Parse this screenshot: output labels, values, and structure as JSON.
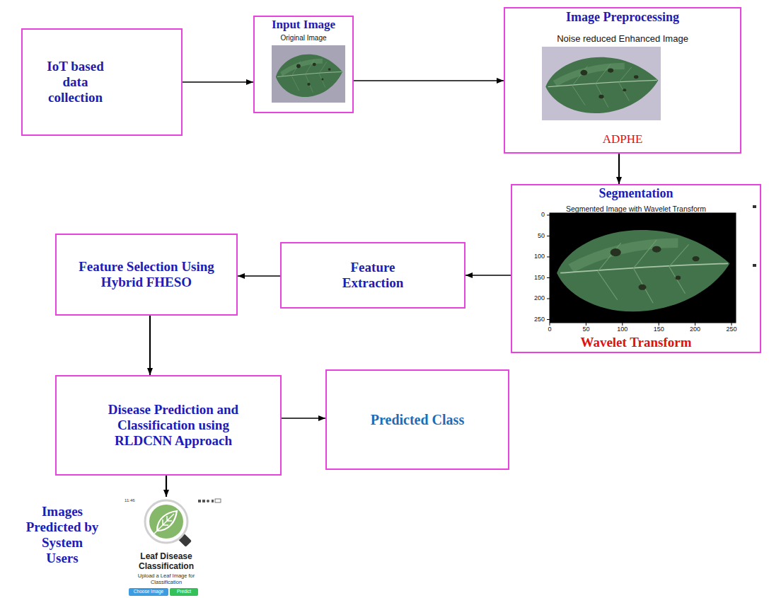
{
  "diagram": {
    "nodes": [
      {
        "text": [
          "IoT based data collection"
        ]
      },
      {
        "text": [
          "Input Image",
          "Original Image"
        ]
      },
      {
        "text": [
          "Image Preprocessing",
          "Noise reduced Enhanced Image",
          "ADPHE"
        ]
      },
      {
        "text": [
          "Segmentation",
          "Segmented Image with Wavelet Transform",
          "Wavelet Transform"
        ]
      },
      {
        "text": [
          "Feature Extraction"
        ]
      },
      {
        "text": [
          "Feature Selection Using Hybrid FHESO"
        ]
      },
      {
        "text": [
          "Disease Prediction and Classification using RLDCNN Approach"
        ]
      },
      {
        "text": [
          "Predicted Class"
        ]
      },
      {
        "text": [
          "Leaf Disease Classification",
          "Upload a Leaf Image for Classification"
        ]
      },
      {
        "text": [
          "Choose Image"
        ],
        "in": 8
      },
      {
        "text": [
          "Predict"
        ],
        "in": 8
      }
    ],
    "edges": [
      {
        "from": 0,
        "to": 1,
        "arrow": "to"
      },
      {
        "from": 1,
        "to": 2,
        "arrow": "to"
      },
      {
        "from": 2,
        "to": 3,
        "arrow": "to"
      },
      {
        "from": 3,
        "to": 4,
        "arrow": "to"
      },
      {
        "from": 4,
        "to": 5,
        "arrow": "to"
      },
      {
        "from": 5,
        "to": 6,
        "arrow": "to"
      },
      {
        "from": 6,
        "to": 7,
        "arrow": "to"
      },
      {
        "from": 6,
        "to": 8,
        "arrow": "to"
      }
    ],
    "labels": [
      "0",
      "50",
      "100",
      "150",
      "200",
      "250",
      "0",
      "50",
      "100",
      "150",
      "200",
      "250",
      "Images Predicted by System Users",
      "11:46"
    ]
  }
}
